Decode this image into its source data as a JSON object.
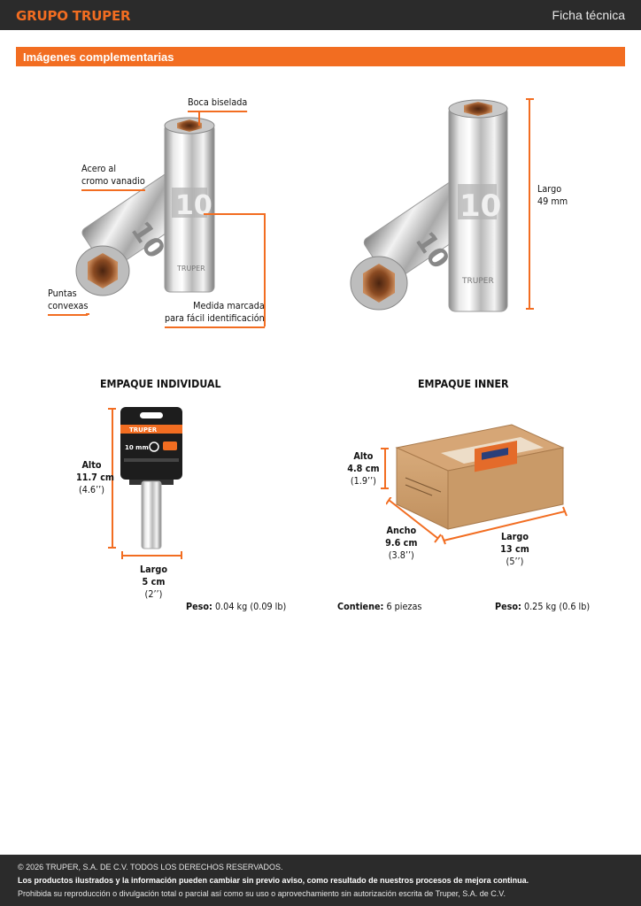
{
  "header": {
    "brand": "GRUPO TRUPER",
    "doc_type": "Ficha técnica"
  },
  "section": {
    "title": "Imágenes complementarias"
  },
  "features": {
    "bevel": "Boca biselada",
    "steel_l1": "Acero al",
    "steel_l2": "cromo vanadio",
    "convex_l1": "Puntas",
    "convex_l2": "convexas",
    "marked_l1": "Medida marcada",
    "marked_l2": "para fácil identificación",
    "length_label": "Largo",
    "length_value": "49 mm"
  },
  "product": {
    "size_mark": "10",
    "brand_mark": "TRUPER",
    "blister_size": "10 mm"
  },
  "individual": {
    "title": "EMPAQUE INDIVIDUAL",
    "height_label": "Alto",
    "height_metric": "11.7 cm",
    "height_imperial": "(4.6’’)",
    "length_label": "Largo",
    "length_metric": "5 cm",
    "length_imperial": "(2’’)",
    "weight_label": "Peso:",
    "weight_value": "0.04 kg (0.09 lb)"
  },
  "inner": {
    "title": "EMPAQUE INNER",
    "height_label": "Alto",
    "height_metric": "4.8 cm",
    "height_imperial": "(1.9’’)",
    "width_label": "Ancho",
    "width_metric": "9.6 cm",
    "width_imperial": "(3.8’’)",
    "length_label": "Largo",
    "length_metric": "13 cm",
    "length_imperial": "(5’’)",
    "contains_label": "Contiene:",
    "contains_value": "6 piezas",
    "weight_label": "Peso:",
    "weight_value": "0.25 kg (0.6 lb)"
  },
  "footer": {
    "copyright": "© 2026 TRUPER, S.A. DE C.V. TODOS LOS DERECHOS RESERVADOS.",
    "notice": "Los productos ilustrados y la información pueden cambiar sin previo aviso, como resultado de nuestros procesos de mejora continua.",
    "prohibition": "Prohibida su reproducción o divulgación total o parcial así como su uso o aprovechamiento sin autorización escrita de Truper, S.A. de C.V."
  }
}
